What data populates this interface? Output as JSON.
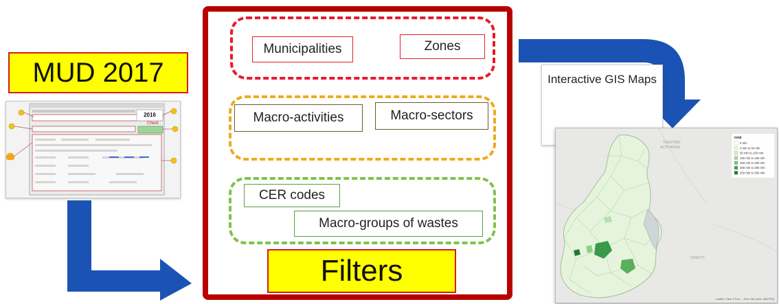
{
  "source": {
    "title": "MUD 2017",
    "thumbnail_year": "2016",
    "thumbnail_badge": "Check"
  },
  "filters": {
    "label": "Filters",
    "groups": [
      {
        "items": [
          "Municipalities",
          "Zones"
        ],
        "color": "#e61c2b"
      },
      {
        "items": [
          "Macro-activities",
          "Macro-sectors"
        ],
        "color": "#eeaa1e"
      },
      {
        "items": [
          "CER codes",
          "Macro-groups of wastes"
        ],
        "color": "#7ec24a"
      }
    ]
  },
  "output": {
    "title": "Interactive GIS Maps",
    "legend_title": "total",
    "legend_items": [
      "0 mln",
      "0 mln to 50 mln",
      "50 mln to 100 mln",
      "100 mln to 150 mln",
      "150 mln to 200 mln",
      "200 mln to 250 mln",
      "250 mln to 300 mln"
    ],
    "attribution": "Leaflet | Tiles © Esri — Esri, DeLorme, NAVTEQ"
  },
  "colors": {
    "frame": "#b80000",
    "arrow": "#1b53b4",
    "highlight": "#ffff00"
  }
}
